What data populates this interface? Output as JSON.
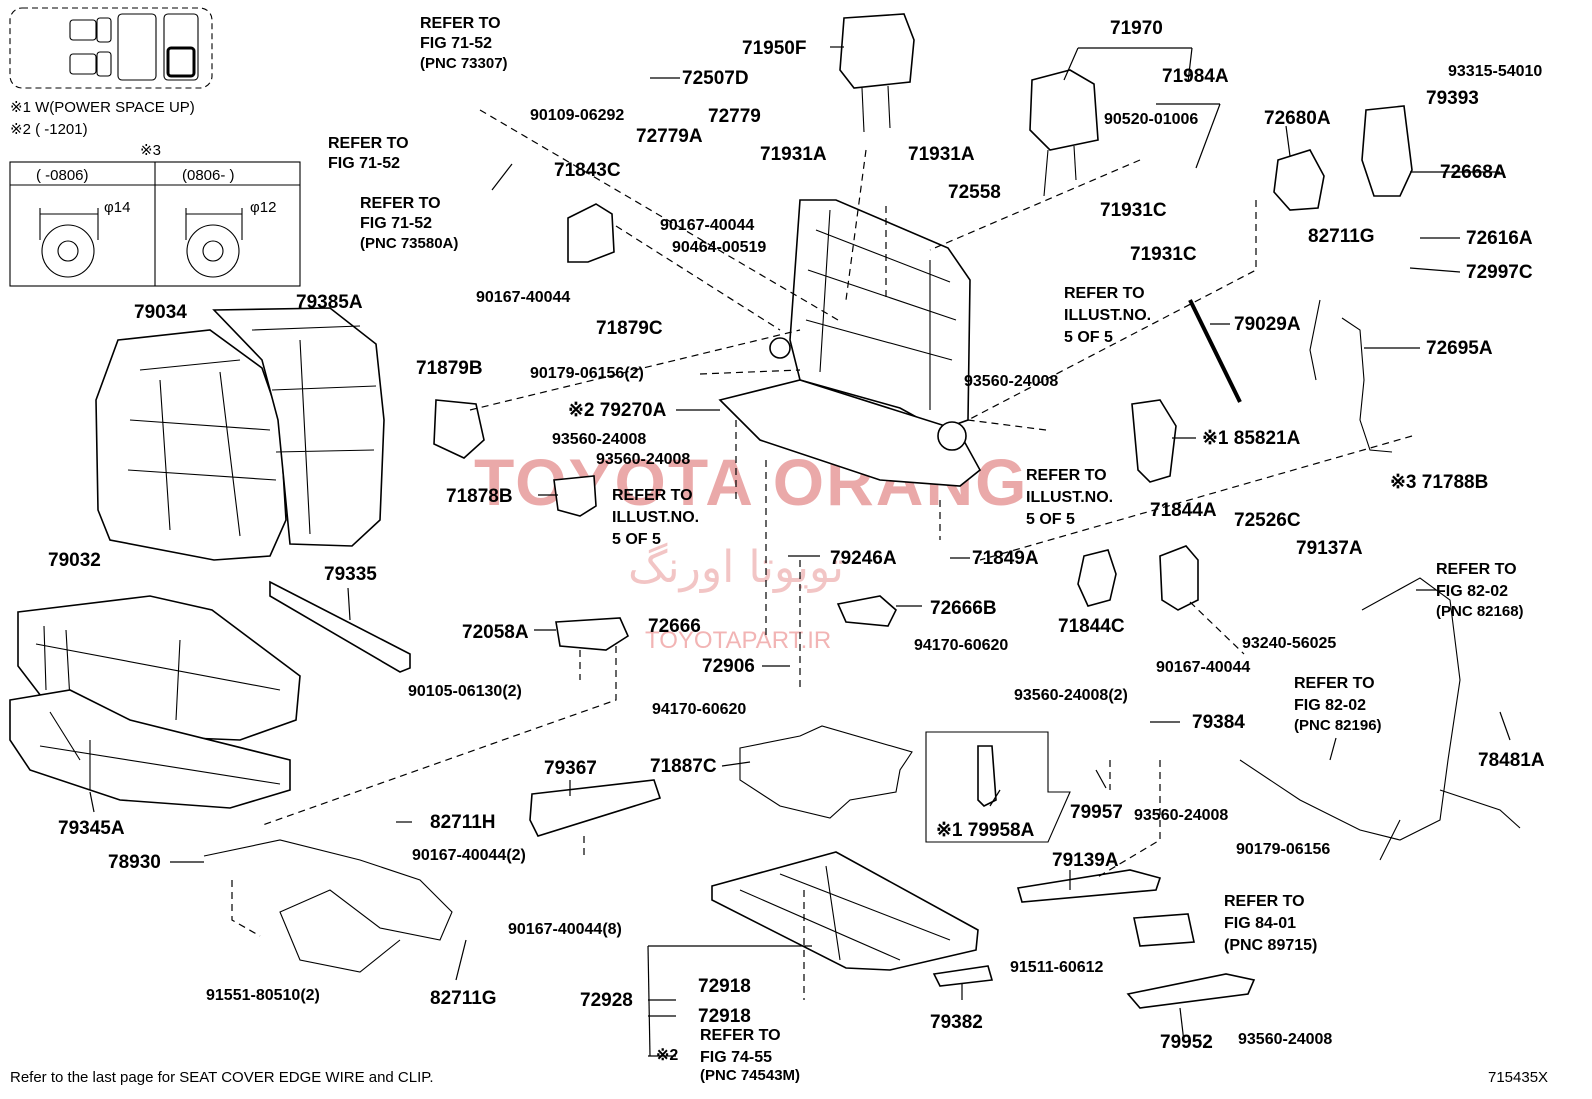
{
  "watermark": {
    "latin": "TOYOTA ORANG",
    "persian": "تویوتا اورنگ",
    "site": "TOYOTAPART.IR"
  },
  "legend": {
    "note1": "※1 W(POWER SPACE UP)",
    "note2": "※2 (      -1201)",
    "table_mark": "※3",
    "col1": "(      -0806)",
    "col2": "(0806-       )",
    "dia1": "φ14",
    "dia2": "φ12"
  },
  "refs": {
    "r1": [
      "REFER TO",
      "FIG 71-52",
      "(PNC 73307)"
    ],
    "r2": [
      "REFER TO",
      "FIG 71-52"
    ],
    "r3": [
      "REFER TO",
      "FIG 71-52",
      "(PNC 73580A)"
    ],
    "r4": [
      "REFER TO",
      "ILLUST.NO.",
      "5 OF 5"
    ],
    "r5": [
      "REFER TO",
      "ILLUST.NO.",
      "5 OF 5"
    ],
    "r6": [
      "REFER TO",
      "ILLUST.NO.",
      "5 OF 5"
    ],
    "r7": [
      "REFER TO",
      "FIG 82-02",
      "(PNC 82168)"
    ],
    "r8": [
      "REFER TO",
      "FIG 82-02",
      "(PNC 82196)"
    ],
    "r9": [
      "REFER TO",
      "FIG 84-01",
      "(PNC 89715)"
    ],
    "r10": [
      "※2",
      "REFER TO",
      "FIG 74-55",
      "(PNC 74543M)"
    ]
  },
  "parts": [
    "72507D",
    "90109-06292",
    "71950F",
    "71970",
    "71984A",
    "90520-01006",
    "93315-54010",
    "79393",
    "72680A",
    "72668A",
    "72779A",
    "72779",
    "71931A",
    "71931A",
    "71843C",
    "90167-40044",
    "90464-00519",
    "72558",
    "71931C",
    "71931C",
    "82711G",
    "72616A",
    "72997C",
    "90167-40044",
    "71879C",
    "79034",
    "79385A",
    "79029A",
    "72695A",
    "71879B",
    "90179-06156(2)",
    "93560-24008",
    "※2 79270A",
    "93560-24008",
    "93560-24008",
    "※1 85821A",
    "※3 71788B",
    "71878B",
    "71844A",
    "72526C",
    "79137A",
    "79032",
    "79335",
    "79246A",
    "71849A",
    "72058A",
    "72666",
    "72666B",
    "71844C",
    "90167-40044",
    "93240-56025",
    "90105-06130(2)",
    "72906",
    "94170-60620",
    "94170-60620",
    "93560-24008(2)",
    "79384",
    "78481A",
    "79345A",
    "79367",
    "71887C",
    "※1 79958A",
    "79957",
    "93560-24008",
    "82711H",
    "90167-40044(2)",
    "78930",
    "79139A",
    "90179-06156",
    "90167-40044(8)",
    "91511-60612",
    "72918",
    "72928",
    "72918",
    "79382",
    "91551-80510(2)",
    "82711G",
    "79952",
    "93560-24008"
  ],
  "footer": {
    "note": "Refer to the last page for SEAT COVER EDGE WIRE and CLIP.",
    "diagram_id": "715435X"
  }
}
